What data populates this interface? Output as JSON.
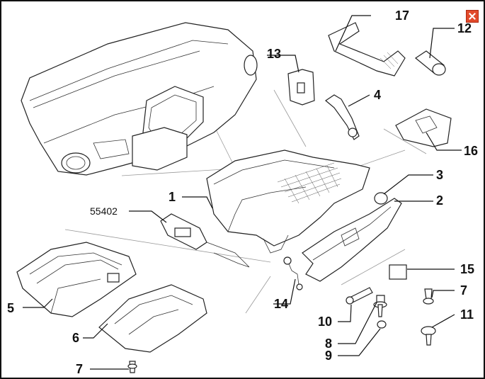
{
  "window": {
    "close_icon": "close-icon",
    "close_color": "#e24a2b"
  },
  "diagram": {
    "callouts": {
      "c1": "1",
      "c2": "2",
      "c3": "3",
      "c4": "4",
      "c5": "5",
      "c6": "6",
      "c7a": "7",
      "c7b": "7",
      "c8": "8",
      "c9": "9",
      "c10": "10",
      "c11": "11",
      "c12": "12",
      "c13": "13",
      "c14": "14",
      "c15": "15",
      "c16": "16",
      "c17": "17",
      "c55402": "55402"
    }
  }
}
